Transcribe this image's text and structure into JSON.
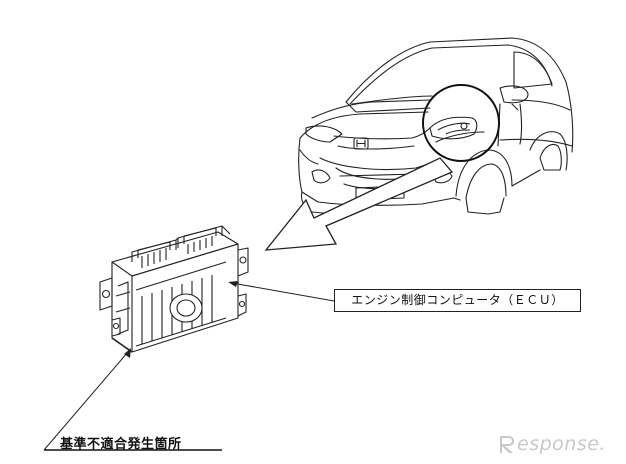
{
  "labels": {
    "ecu": "エンジン制御コンピュータ（ＥＣＵ）",
    "defect_location": "基準不適合発生箇所"
  },
  "watermark": {
    "text": "esponse.",
    "logo_letter": "R"
  },
  "colors": {
    "line": "#222222",
    "watermark": "#c8c8c8"
  }
}
